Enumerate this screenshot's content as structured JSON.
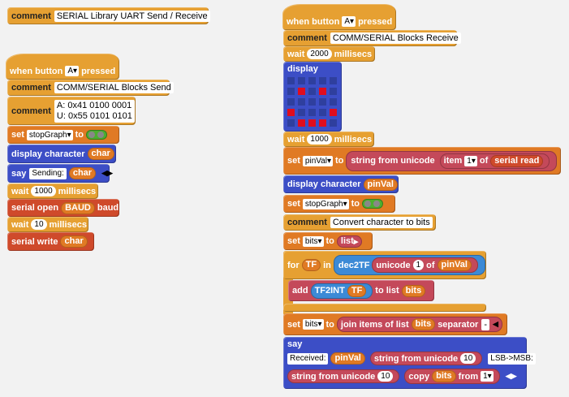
{
  "left_script": {
    "top_comment": "SERIAL Library UART Send / Receive",
    "hat": {
      "prefix": "when button",
      "button": "A",
      "suffix": "pressed"
    },
    "comment1": "COMM/SERIAL Blocks Send",
    "comment2_line1": "A: 0x41 0100 0001",
    "comment2_line2": "U: 0x55 0101 0101",
    "set_label": "set",
    "set_var": "stopGraph",
    "to_label": "to",
    "display_char_label": "display character",
    "char_var": "char",
    "say_label": "say",
    "say_text": "Sending:",
    "wait1_label": "wait",
    "wait1_value": "1000",
    "wait1_unit": "millisecs",
    "serial_open_label": "serial open",
    "baud_var": "BAUD",
    "baud_label": "baud",
    "wait2_label": "wait",
    "wait2_value": "10",
    "wait2_unit": "millisecs",
    "serial_write_label": "serial write"
  },
  "right_script": {
    "hat": {
      "prefix": "when button",
      "button": "A",
      "suffix": "pressed"
    },
    "comment1": "COMM/SERIAL Blocks Receive",
    "wait1_label": "wait",
    "wait1_value": "2000",
    "wait1_unit": "millisecs",
    "display_label": "display",
    "display_grid": [
      [
        0,
        0,
        0,
        0,
        0
      ],
      [
        0,
        1,
        0,
        1,
        0
      ],
      [
        0,
        0,
        0,
        0,
        0
      ],
      [
        1,
        0,
        0,
        0,
        1
      ],
      [
        0,
        1,
        1,
        1,
        0
      ]
    ],
    "wait2_label": "wait",
    "wait2_value": "1000",
    "wait2_unit": "millisecs",
    "set1_label": "set",
    "set1_var": "pinVal",
    "to_label": "to",
    "string_from_unicode": "string from unicode",
    "item_label": "item",
    "item_index": "1",
    "of_label": "of",
    "serial_read": "serial read",
    "display_char_label": "display character",
    "pinval_var": "pinVal",
    "set2_var": "stopGraph",
    "comment2": "Convert character to bits",
    "set3_var": "bits",
    "list_label": "list",
    "for_label": "for",
    "tf_var": "TF",
    "in_label": "in",
    "dec2tf": "dec2TF",
    "unicode_label": "unicode",
    "unicode_index": "1",
    "add_label": "add",
    "tf2int": "TF2INT",
    "to_list_label": "to list",
    "bits_var": "bits",
    "set4_var": "bits",
    "join_label": "join items of list",
    "separator_label": "separator",
    "separator_value": "-",
    "say_label": "say",
    "received_text": "Received:",
    "unicode_10": "10",
    "lsb_text": "LSB->MSB:",
    "copy_label": "copy",
    "from_label": "from",
    "from_value": "1"
  },
  "colors": {
    "control": "#e6a032",
    "variables": "#e07a24",
    "serial": "#cf4a2b",
    "looks": "#3c4ec6",
    "operators": "#c4495a",
    "led_on": "#e00d1e",
    "led_off": "#2f3f9e"
  }
}
